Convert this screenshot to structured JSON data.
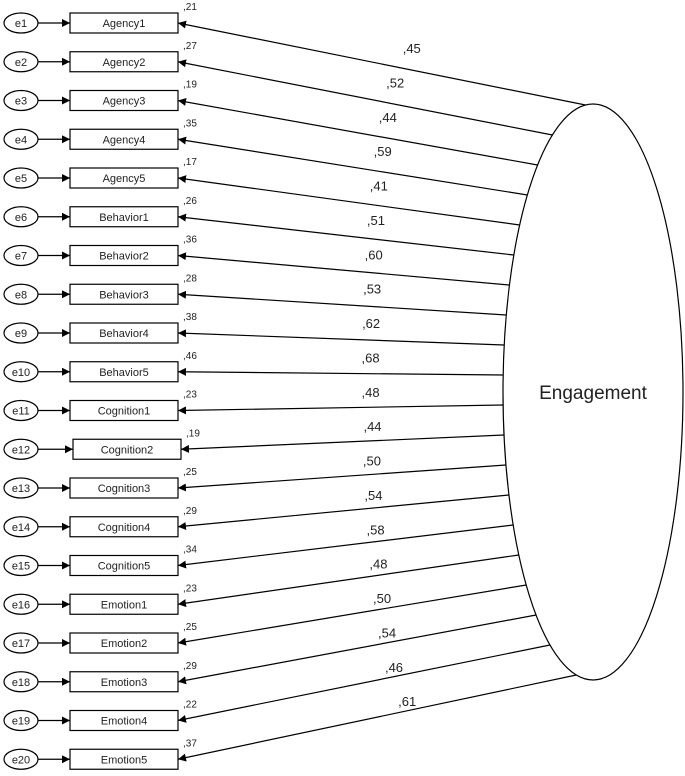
{
  "latent": {
    "label": "Engagement"
  },
  "indicators": [
    {
      "error": "e1",
      "label": "Agency1",
      "r2": ",21",
      "loading": ",45"
    },
    {
      "error": "e2",
      "label": "Agency2",
      "r2": ",27",
      "loading": ",52"
    },
    {
      "error": "e3",
      "label": "Agency3",
      "r2": ",19",
      "loading": ",44"
    },
    {
      "error": "e4",
      "label": "Agency4",
      "r2": ",35",
      "loading": ",59"
    },
    {
      "error": "e5",
      "label": "Agency5",
      "r2": ",17",
      "loading": ",41"
    },
    {
      "error": "e6",
      "label": "Behavior1",
      "r2": ",26",
      "loading": ",51"
    },
    {
      "error": "e7",
      "label": "Behavior2",
      "r2": ",36",
      "loading": ",60"
    },
    {
      "error": "e8",
      "label": "Behavior3",
      "r2": ",28",
      "loading": ",53"
    },
    {
      "error": "e9",
      "label": "Behavior4",
      "r2": ",38",
      "loading": ",62"
    },
    {
      "error": "e10",
      "label": "Behavior5",
      "r2": ",46",
      "loading": ",68"
    },
    {
      "error": "e11",
      "label": "Cognition1",
      "r2": ",23",
      "loading": ",48"
    },
    {
      "error": "e12",
      "label": "Cognition2",
      "r2": ",19",
      "loading": ",44"
    },
    {
      "error": "e13",
      "label": "Cognition3",
      "r2": ",25",
      "loading": ",50"
    },
    {
      "error": "e14",
      "label": "Cognition4",
      "r2": ",29",
      "loading": ",54"
    },
    {
      "error": "e15",
      "label": "Cognition5",
      "r2": ",34",
      "loading": ",58"
    },
    {
      "error": "e16",
      "label": "Emotion1",
      "r2": ",23",
      "loading": ",48"
    },
    {
      "error": "e17",
      "label": "Emotion2",
      "r2": ",25",
      "loading": ",50"
    },
    {
      "error": "e18",
      "label": "Emotion3",
      "r2": ",29",
      "loading": ",54"
    },
    {
      "error": "e19",
      "label": "Emotion4",
      "r2": ",22",
      "loading": ",46"
    },
    {
      "error": "e20",
      "label": "Emotion5",
      "r2": ",37",
      "loading": ",61"
    }
  ]
}
